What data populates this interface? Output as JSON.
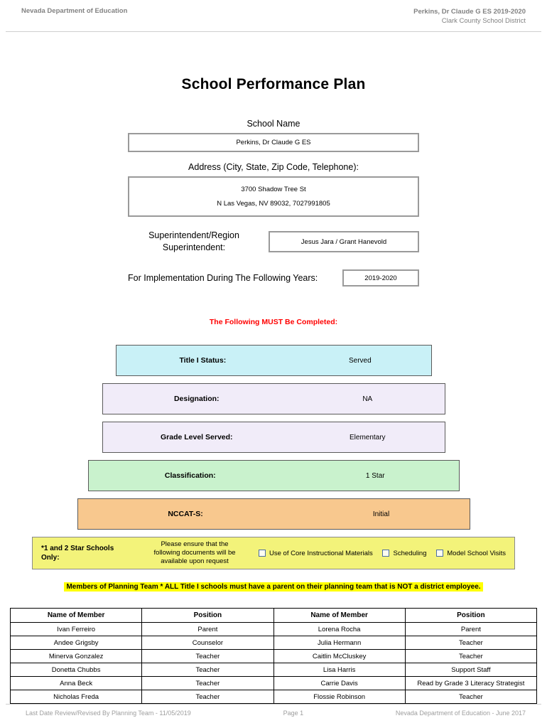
{
  "header": {
    "left": "Nevada Department of Education",
    "right_line1": "Perkins, Dr Claude G ES  2019-2020",
    "right_line2": "Clark County School District"
  },
  "title": "School Performance Plan",
  "school": {
    "name_label": "School Name",
    "name": "Perkins, Dr Claude G ES",
    "address_label": "Address (City, State, Zip Code, Telephone):",
    "address_line1": "3700 Shadow Tree St",
    "address_line2": "N Las Vegas, NV  89032, 7027991805",
    "superintendent_label": "Superintendent/Region Superintendent:",
    "superintendent_value": "Jesus Jara / Grant Hanevold",
    "implementation_label": "For Implementation During The Following Years:",
    "implementation_value": "2019-2020"
  },
  "must_complete_notice": "The Following MUST Be Completed:",
  "status_rows": [
    {
      "label": "Title I Status:",
      "value": "Served",
      "color": "#c9f1f7"
    },
    {
      "label": "Designation:",
      "value": "NA",
      "color": "#f1ecf9"
    },
    {
      "label": "Grade Level Served:",
      "value": "Elementary",
      "color": "#f1ecf9"
    },
    {
      "label": "Classification:",
      "value": "1 Star",
      "color": "#c9f2cd"
    },
    {
      "label": "NCCAT-S:",
      "value": "Initial",
      "color": "#f8c88e"
    }
  ],
  "star_schools": {
    "label": "*1 and 2 Star Schools Only:",
    "note": "Please ensure that the following documents will be available upon request",
    "checkboxes": [
      "Use of Core Instructional Materials",
      "Scheduling",
      "Model School Visits"
    ]
  },
  "planning_team_notice": "Members of Planning Team * ALL Title I schools must have a parent on their planning team that is NOT a district employee.",
  "members_table": {
    "headers": [
      "Name of Member",
      "Position",
      "Name of Member",
      "Position"
    ],
    "rows": [
      [
        "Ivan Ferreiro",
        "Parent",
        "Lorena Rocha",
        "Parent"
      ],
      [
        "Andee Grigsby",
        "Counselor",
        "Julia Hermann",
        "Teacher"
      ],
      [
        "Minerva Gonzalez",
        "Teacher",
        "Caitlin McCluskey",
        "Teacher"
      ],
      [
        "Donetta Chubbs",
        "Teacher",
        "Lisa Harris",
        "Support Staff"
      ],
      [
        "Anna Beck",
        "Teacher",
        "Carrie Davis",
        "Read by Grade 3 Literacy Strategist"
      ],
      [
        "Nicholas Freda",
        "Teacher",
        "Flossie Robinson",
        "Teacher"
      ]
    ]
  },
  "footer": {
    "left": "Last Date Review/Revised By Planning Team - 11/05/2019",
    "center": "Page 1",
    "right": "Nevada Department of Education - June 2017"
  }
}
